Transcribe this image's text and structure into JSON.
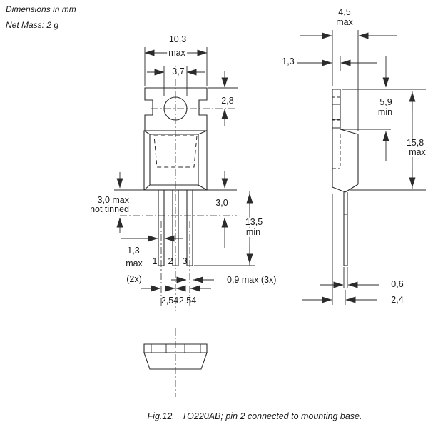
{
  "header": {
    "dimensions_note": "Dimensions in mm",
    "mass_note": "Net Mass: 2 g"
  },
  "front": {
    "tab_width": "10,3",
    "tab_width_q": "max",
    "hole_diameter": "3,7",
    "hole_center": "2,8",
    "not_tinned_1": "3,0 max",
    "not_tinned_2": "not tinned",
    "shoulder": "3,0",
    "lead_length": "13,5",
    "lead_length_q": "min",
    "lead_width": "1,3",
    "lead_width_q": "max",
    "lead_width_count": "(2x)",
    "lead_thickness": "0,9 max (3x)",
    "pitch_left": "2,54",
    "pitch_right": "2,54",
    "pins": [
      "1",
      "2",
      "3"
    ]
  },
  "side": {
    "body_depth": "4,5",
    "body_depth_q": "max",
    "tab_thickness": "1,3",
    "tab_height": "5,9",
    "tab_height_q": "min",
    "total_height": "15,8",
    "total_height_q": "max",
    "lead_thickness": "0,6",
    "lead_offset": "2,4"
  },
  "caption": {
    "fig": "Fig.12.",
    "text": "TO220AB; pin 2 connected to mounting base."
  },
  "colors": {
    "line": "#2b2b2b",
    "background": "#ffffff",
    "text": "#1a1a1a"
  }
}
